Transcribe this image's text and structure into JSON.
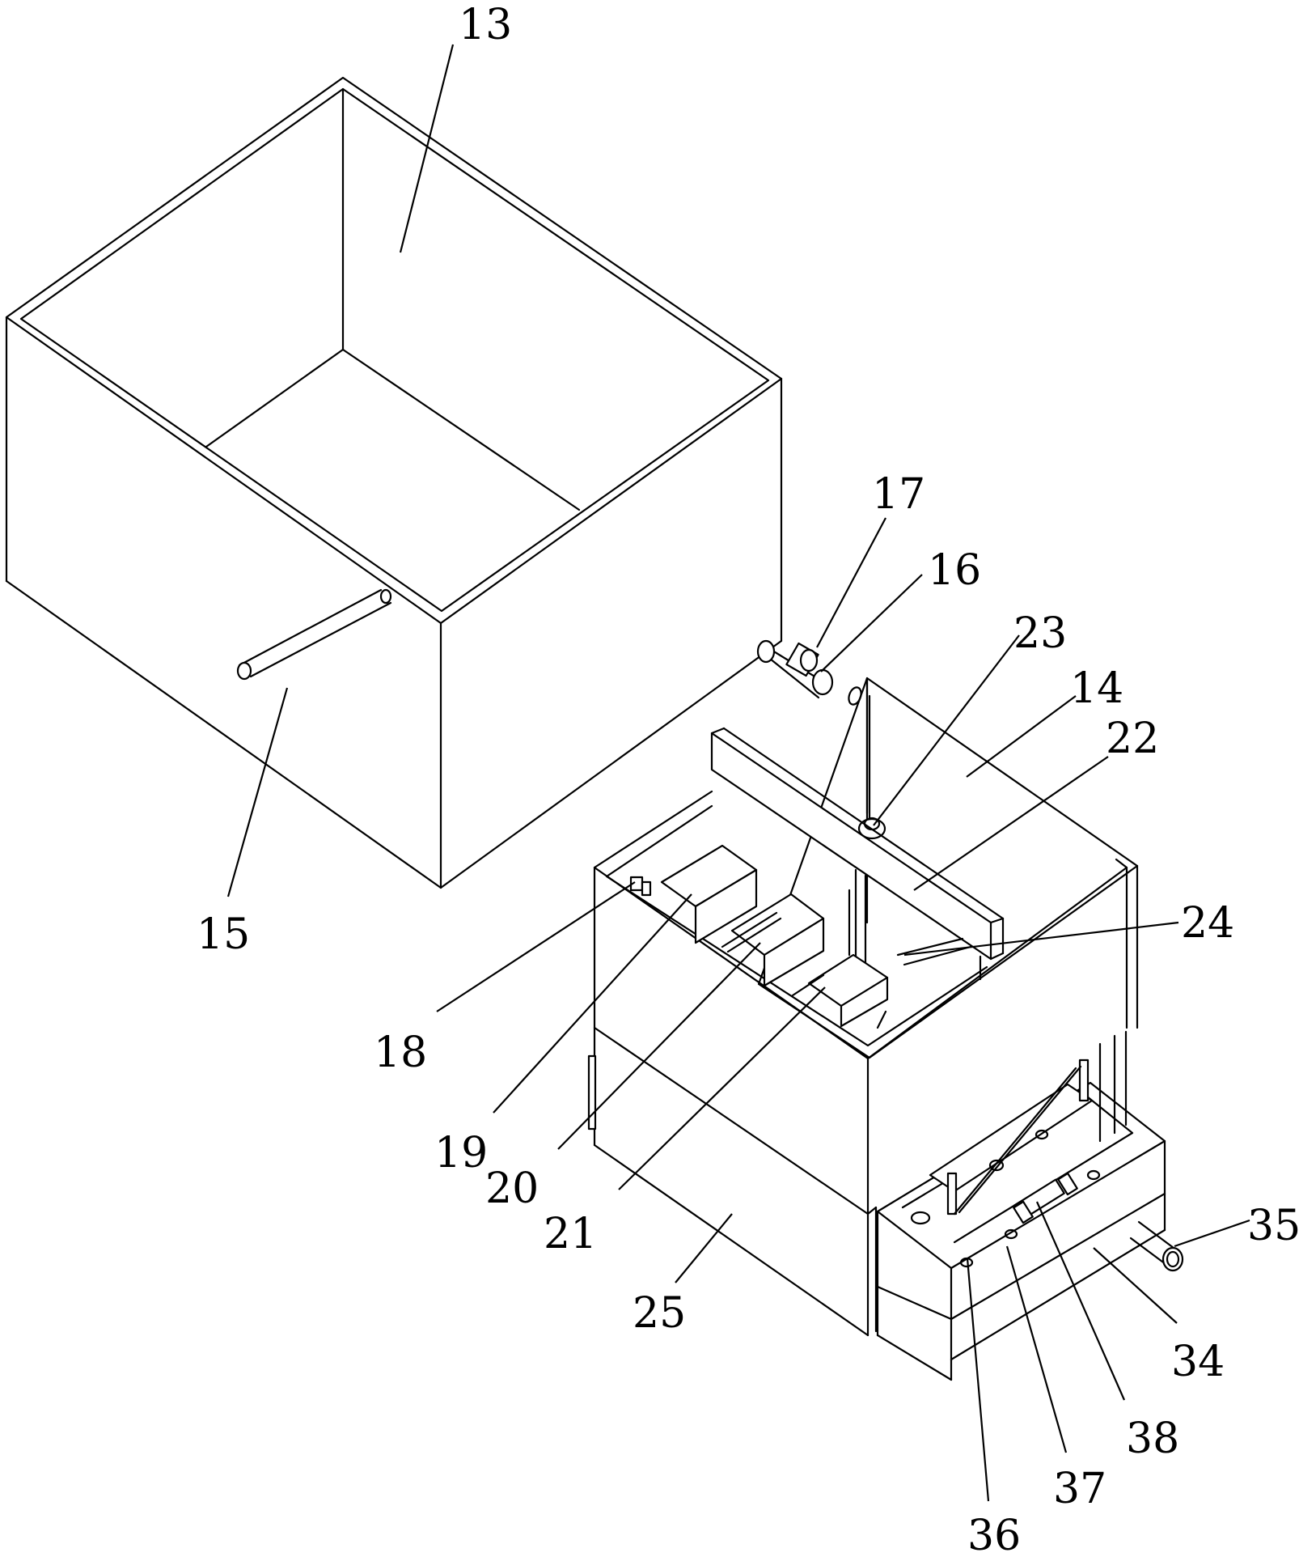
{
  "labels": [
    {
      "id": "13",
      "text": "13"
    },
    {
      "id": "17",
      "text": "17"
    },
    {
      "id": "16",
      "text": "16"
    },
    {
      "id": "23",
      "text": "23"
    },
    {
      "id": "14",
      "text": "14"
    },
    {
      "id": "22",
      "text": "22"
    },
    {
      "id": "24",
      "text": "24"
    },
    {
      "id": "15",
      "text": "15"
    },
    {
      "id": "18",
      "text": "18"
    },
    {
      "id": "19",
      "text": "19"
    },
    {
      "id": "20",
      "text": "20"
    },
    {
      "id": "21",
      "text": "21"
    },
    {
      "id": "25",
      "text": "25"
    },
    {
      "id": "35",
      "text": "35"
    },
    {
      "id": "34",
      "text": "34"
    },
    {
      "id": "38",
      "text": "38"
    },
    {
      "id": "37",
      "text": "37"
    },
    {
      "id": "36",
      "text": "36"
    }
  ]
}
